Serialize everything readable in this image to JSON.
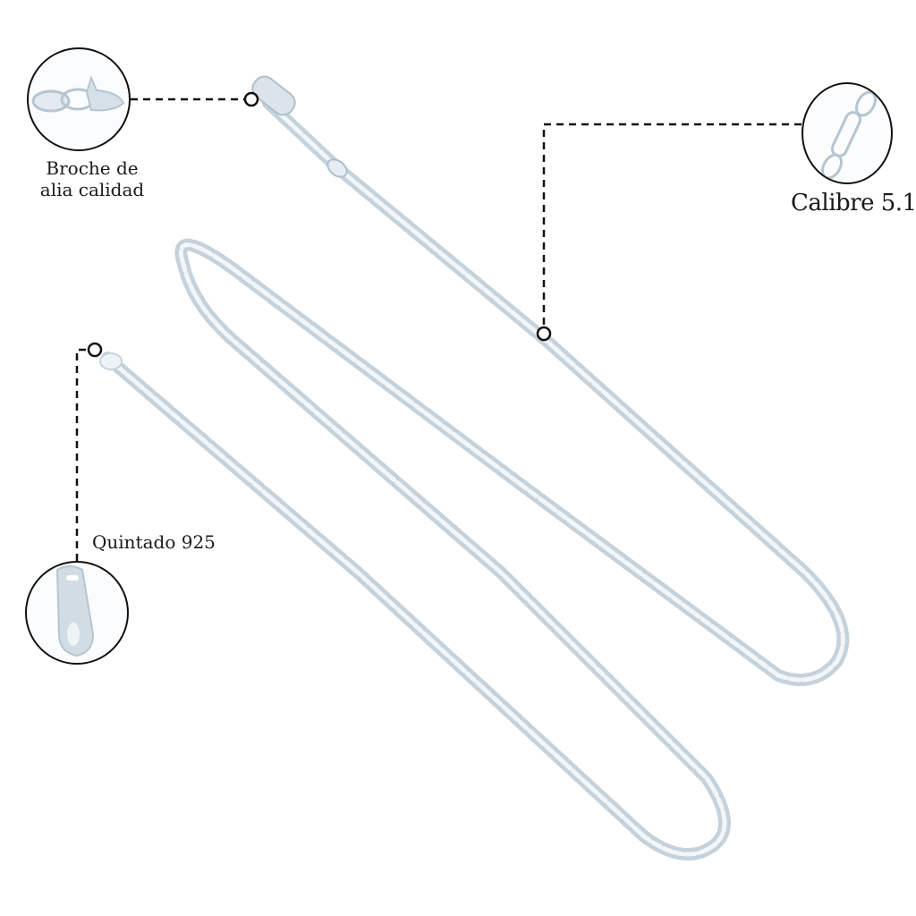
{
  "image": {
    "description": "Silver figaro chain product infographic",
    "background": "#ffffff",
    "chain_color": "#c9d6e0",
    "chain_highlight": "#eef3f7",
    "line_color": "#111111"
  },
  "callouts": [
    {
      "id": "clasp",
      "label_line1": "Broche de",
      "label_line2": "alia calidad",
      "icon": "lobster-clasp-detail"
    },
    {
      "id": "gauge",
      "label": "Calibre 5.1",
      "icon": "figaro-link-detail"
    },
    {
      "id": "stamp",
      "label": "Quintado 925",
      "icon": "hallmark-tag-detail"
    }
  ]
}
